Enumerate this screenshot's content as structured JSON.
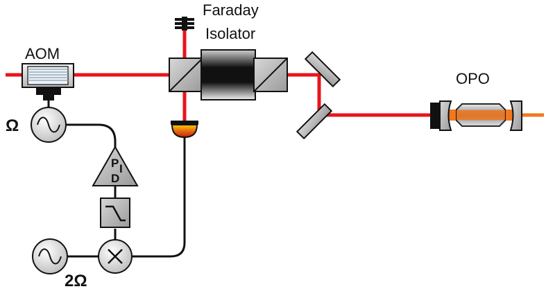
{
  "labels": {
    "aom": "AOM",
    "faraday_line1": "Faraday",
    "faraday_line2": "Isolator",
    "opo": "OPO",
    "omega": "Ω",
    "two_omega": "2Ω",
    "pid_p": "P",
    "pid_i": "I",
    "pid_d": "D"
  },
  "colors": {
    "laser_beam": "#e8141c",
    "opo_beam": "#f07820",
    "cable": "#111111",
    "component_gray": "#b0b0b0",
    "detector": "#e0600c"
  },
  "icons": {
    "oscillator": "sine-wave-icon",
    "mixer": "multiply-icon",
    "lowpass": "lowpass-filter-icon"
  }
}
